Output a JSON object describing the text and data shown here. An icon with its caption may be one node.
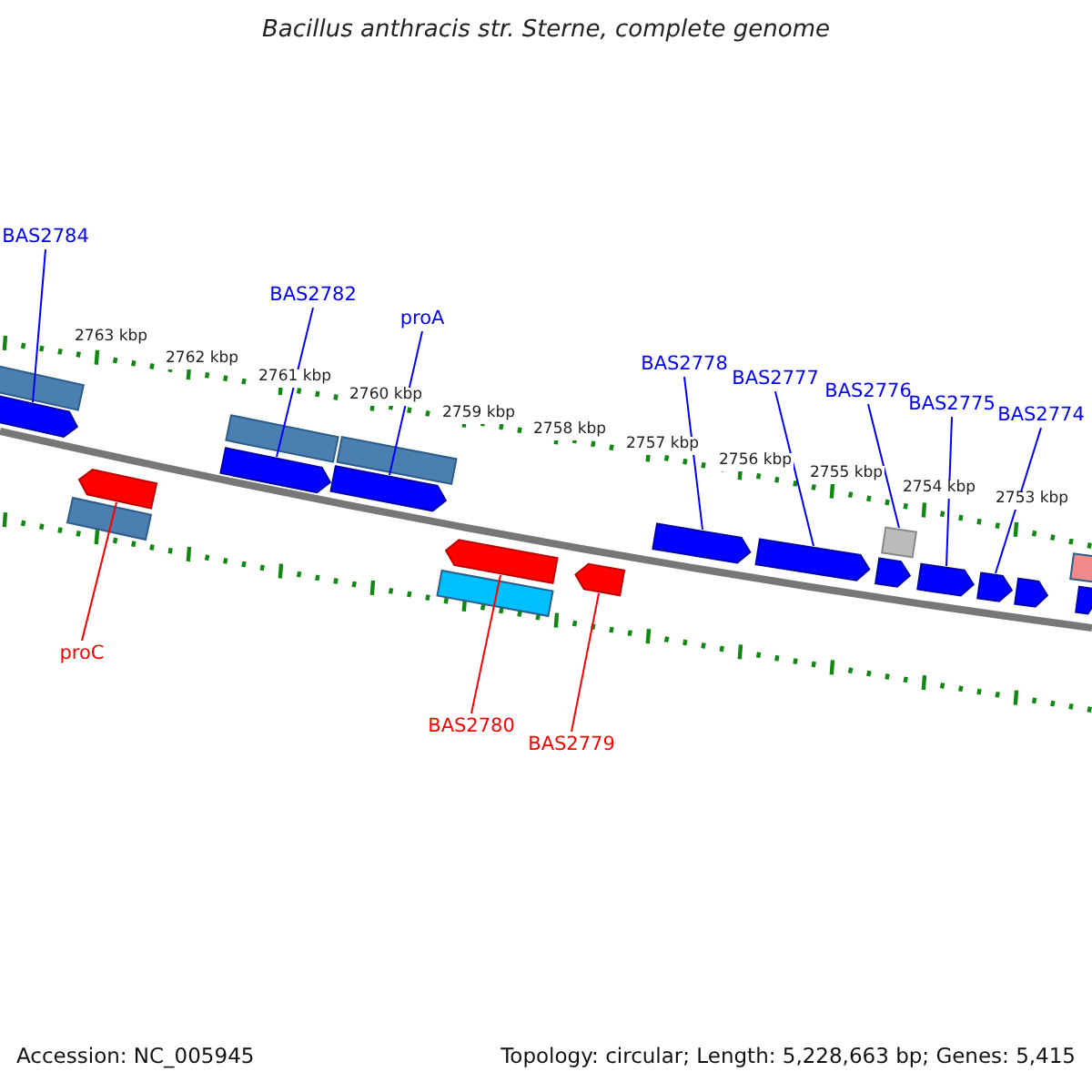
{
  "diagram": {
    "title": "Bacillus anthracis str. Sterne, complete genome",
    "nodes": [
      {
        "text": [
          "BAS2784"
        ]
      },
      {
        "text": [
          "BAS2782"
        ]
      },
      {
        "text": [
          "proA"
        ]
      },
      {
        "text": [
          "BAS2778"
        ]
      },
      {
        "text": [
          "BAS2777"
        ]
      },
      {
        "text": [
          "BAS2776"
        ]
      },
      {
        "text": [
          "BAS2775"
        ]
      },
      {
        "text": [
          "BAS2774"
        ]
      },
      {
        "text": [
          "proC"
        ]
      },
      {
        "text": [
          "BAS2780"
        ]
      },
      {
        "text": [
          "BAS2779"
        ]
      },
      {
        "text": [],
        "shape": "arrow"
      },
      {
        "text": [],
        "shape": "arrow"
      },
      {
        "text": [],
        "shape": "arrow"
      },
      {
        "text": [],
        "shape": "arrow"
      },
      {
        "text": [],
        "shape": "arrow"
      },
      {
        "text": [],
        "shape": "box"
      },
      {
        "text": [],
        "shape": "arrow"
      },
      {
        "text": [],
        "shape": "arrow"
      },
      {
        "text": [],
        "shape": "arrow"
      },
      {
        "text": [],
        "shape": "arrow"
      },
      {
        "text": [],
        "shape": "arrow"
      },
      {
        "text": [],
        "shape": "arrow"
      },
      {
        "text": [],
        "shape": "arrow"
      },
      {
        "text": [],
        "shape": "arrow"
      }
    ],
    "edges": [
      {
        "from": 0,
        "to": 11,
        "arrow": "none"
      },
      {
        "from": 1,
        "to": 12,
        "arrow": "none"
      },
      {
        "from": 2,
        "to": 13,
        "arrow": "none"
      },
      {
        "from": 3,
        "to": 14,
        "arrow": "none"
      },
      {
        "from": 4,
        "to": 15,
        "arrow": "none"
      },
      {
        "from": 5,
        "to": 16,
        "arrow": "none"
      },
      {
        "from": 6,
        "to": 17,
        "arrow": "none"
      },
      {
        "from": 7,
        "to": 18,
        "arrow": "none"
      },
      {
        "from": 8,
        "to": 19,
        "arrow": "none",
        "color": "#ff0000"
      },
      {
        "from": 9,
        "to": 20,
        "arrow": "none",
        "color": "#ff0000"
      },
      {
        "from": 10,
        "to": 21,
        "arrow": "none",
        "color": "#ff0000"
      }
    ],
    "labels": [
      "2763 kbp",
      "2762 kbp",
      "2761 kbp",
      "2760 kbp",
      "2759 kbp",
      "2758 kbp",
      "2757 kbp",
      "2756 kbp",
      "2755 kbp",
      "2754 kbp",
      "2753 kbp",
      "Accession: NC_005945",
      "Topology: circular; Length: 5,228,663 bp; Genes: 5,415"
    ]
  }
}
